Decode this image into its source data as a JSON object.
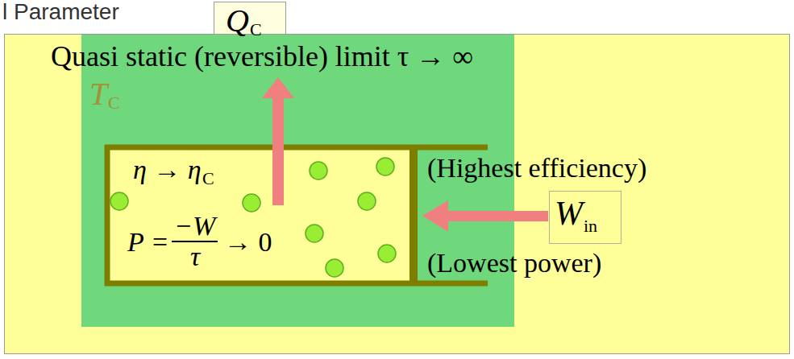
{
  "diagram": {
    "nodes": [
      {
        "text": [
          "Q",
          "C"
        ]
      },
      {
        "text": [
          "Quasi static (reversible) limit τ → ∞"
        ]
      },
      {
        "text": [
          "T",
          "C"
        ],
        "in": 1
      },
      {
        "text": [
          "W",
          "in"
        ],
        "in": 1
      }
    ],
    "labels": [
      "l Parameter",
      "η → η",
      "C",
      "(Highest efficiency)",
      "P =",
      "−W",
      "τ",
      "→ 0",
      "(Lowest power)"
    ]
  }
}
